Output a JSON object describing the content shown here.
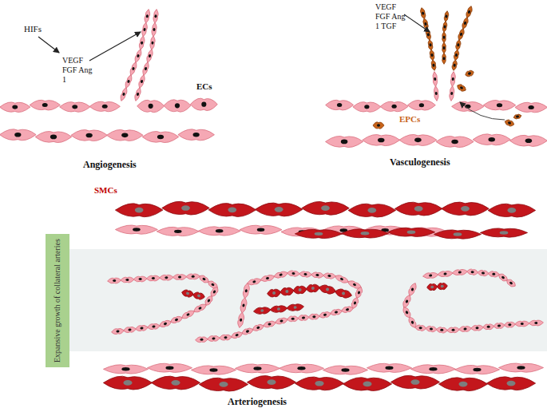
{
  "diagram": {
    "nodes": [
      {
        "text": [
          "Expansive growth of collateral arteries"
        ]
      }
    ],
    "labels": [
      "HIFs",
      "VEGF FGF Ang 1",
      "ECs",
      "Angiogenesis",
      "VEGF FGF Ang 1 TGF",
      "EPCs",
      "Vasculogenesis",
      "SMCs",
      "Arteriogenesis"
    ]
  }
}
